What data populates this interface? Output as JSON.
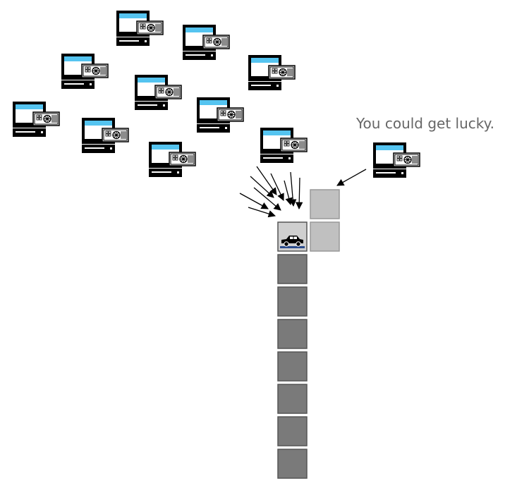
{
  "caption": "You could get lucky.",
  "icons": {
    "machine": "computer-with-gpu-icon",
    "vehicle": "car-icon"
  },
  "colors": {
    "screen": "#55c4f0",
    "chain_block": "#7a7a7a",
    "candidate_block": "#c0c0c0",
    "tip_block": "#cfcfcf",
    "road": "#2a4b8c",
    "stroke": "#000000"
  },
  "chain": {
    "block_count": 8,
    "candidate_count": 2,
    "tip_has_vehicle": true
  },
  "miners": {
    "crowd_count": 10,
    "lucky_count": 1
  }
}
